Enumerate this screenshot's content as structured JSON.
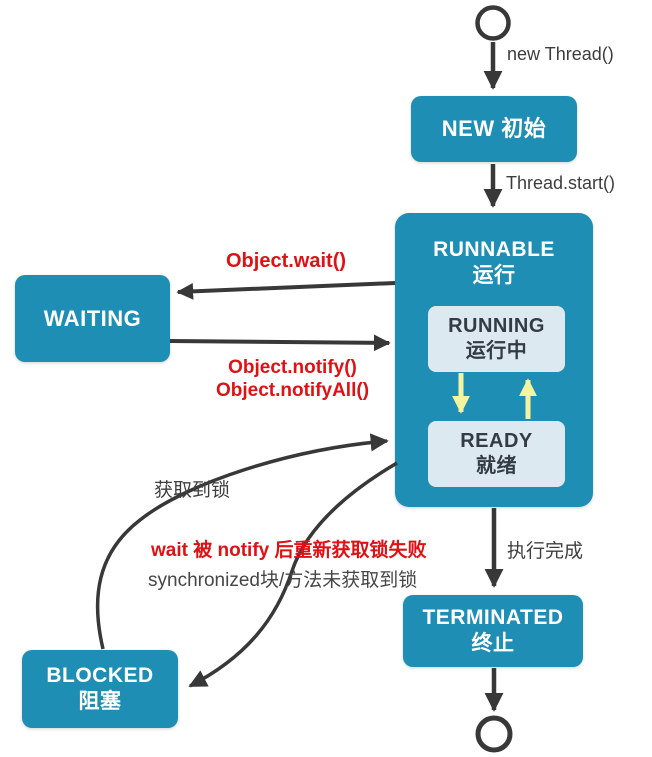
{
  "colors": {
    "state_fill": "#1f8eb5",
    "substate_fill": "#dde9f1",
    "state_text": "#ffffff",
    "substate_text": "#333b44",
    "edge_dark": "#383838",
    "edge_yellow": "#f4f4a0",
    "label_red": "#e01114",
    "label_dark": "#3d3d3d",
    "background": "#ffffff"
  },
  "nodes": {
    "new": {
      "label": "NEW 初始"
    },
    "runnable": {
      "title": "RUNNABLE",
      "subtitle": "运行"
    },
    "running": {
      "title": "RUNNING",
      "subtitle": "运行中"
    },
    "ready": {
      "title": "READY",
      "subtitle": "就绪"
    },
    "waiting": {
      "label": "WAITING"
    },
    "blocked": {
      "title": "BLOCKED",
      "subtitle": "阻塞"
    },
    "terminated": {
      "title": "TERMINATED",
      "subtitle": "终止"
    }
  },
  "edge_labels": {
    "new_thread": "new Thread()",
    "thread_start": "Thread.start()",
    "object_wait": "Object.wait()",
    "object_notify": "Object.notify()",
    "object_notify_all": "Object.notifyAll()",
    "lock_acquired": "获取到锁",
    "renotify_lock_failed": "wait 被 notify 后重新获取锁失败",
    "synchronized_no_lock": "synchronized块/方法未获取到锁",
    "execution_finished": "执行完成"
  }
}
